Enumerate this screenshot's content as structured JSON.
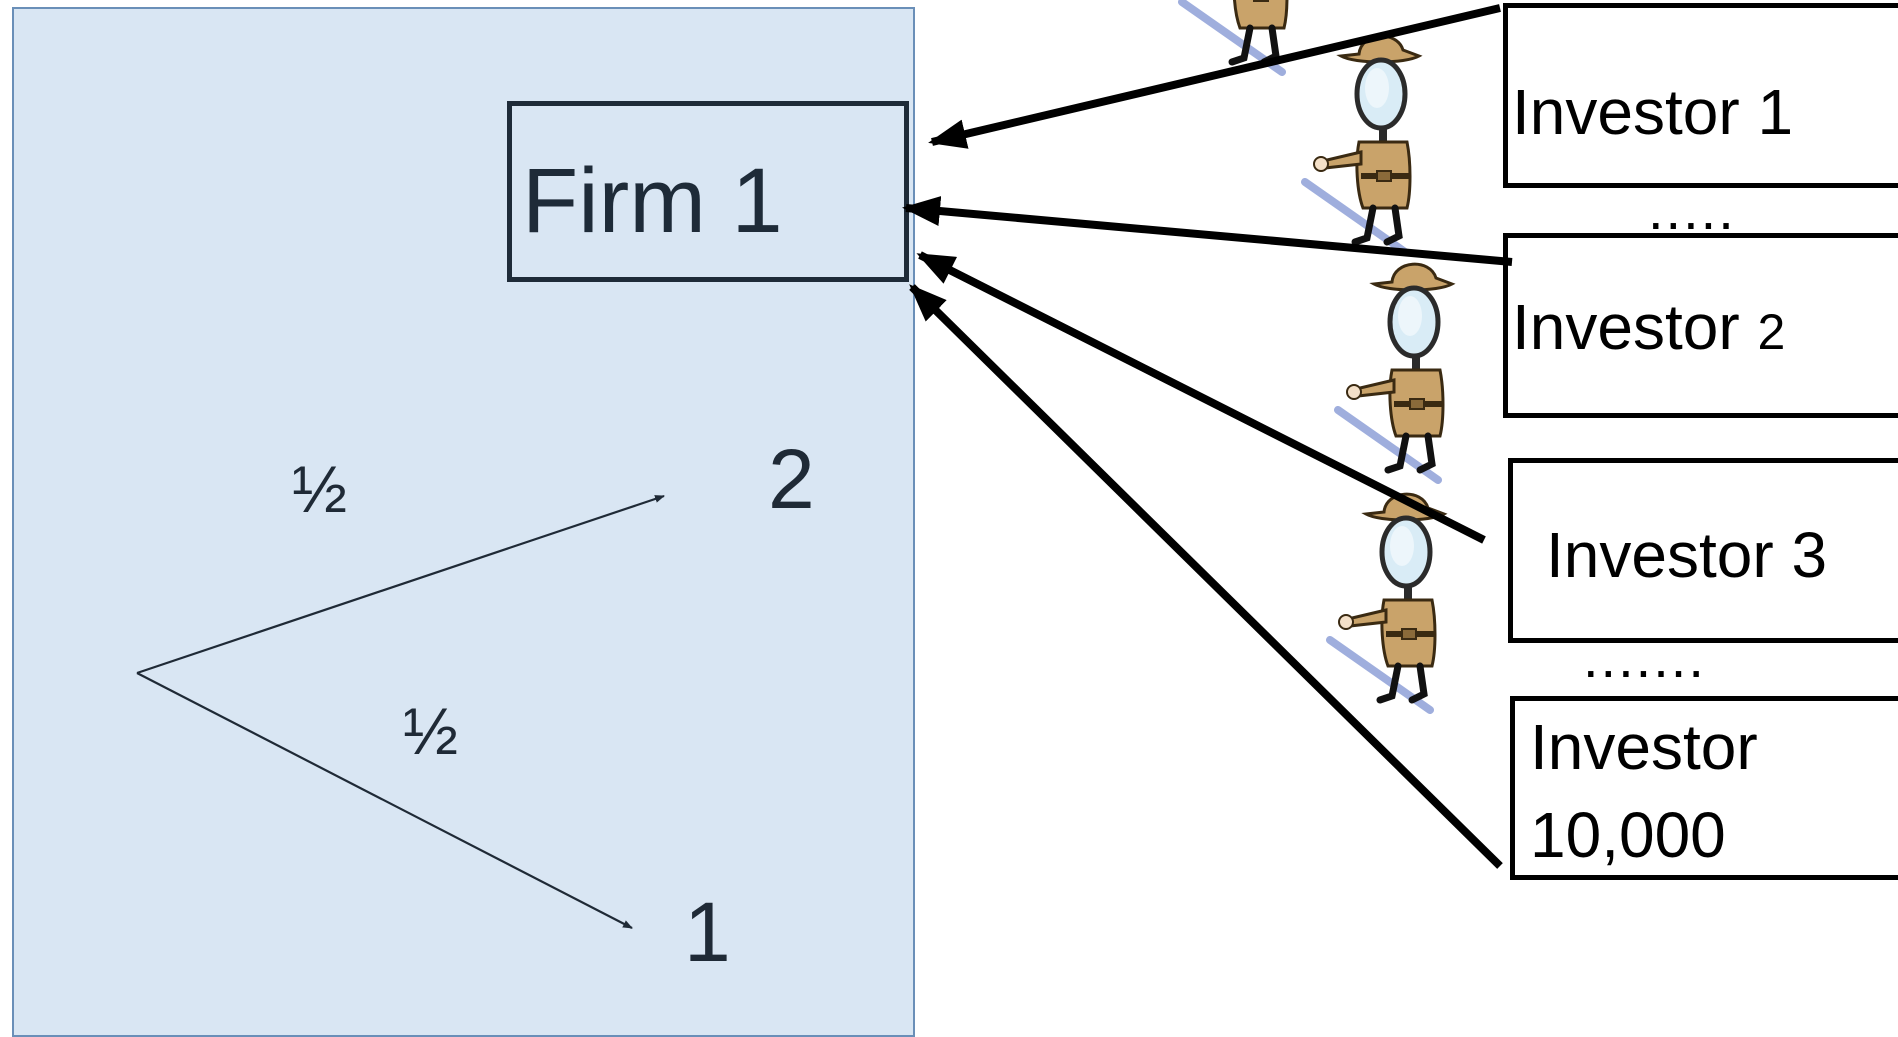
{
  "firm": {
    "label": "Firm 1"
  },
  "tree": {
    "up_probability": "½",
    "down_probability": "½",
    "up_outcome": "2",
    "down_outcome": "1"
  },
  "investors": [
    {
      "label": "Investor 1"
    },
    {
      "label": "Investor",
      "suffix": "2"
    },
    {
      "label": "Investor 3"
    },
    {
      "label_line1": "Investor",
      "label_line2": "10,000"
    }
  ],
  "ellipsis_top": ".....",
  "ellipsis_bottom": ".......",
  "icons": [
    "detective-magnifier-icon"
  ],
  "colors": {
    "panel": "#d9e6f3",
    "panel_border": "#6a8fb8",
    "arrow": "#000000",
    "coat": "#c9a36a"
  }
}
